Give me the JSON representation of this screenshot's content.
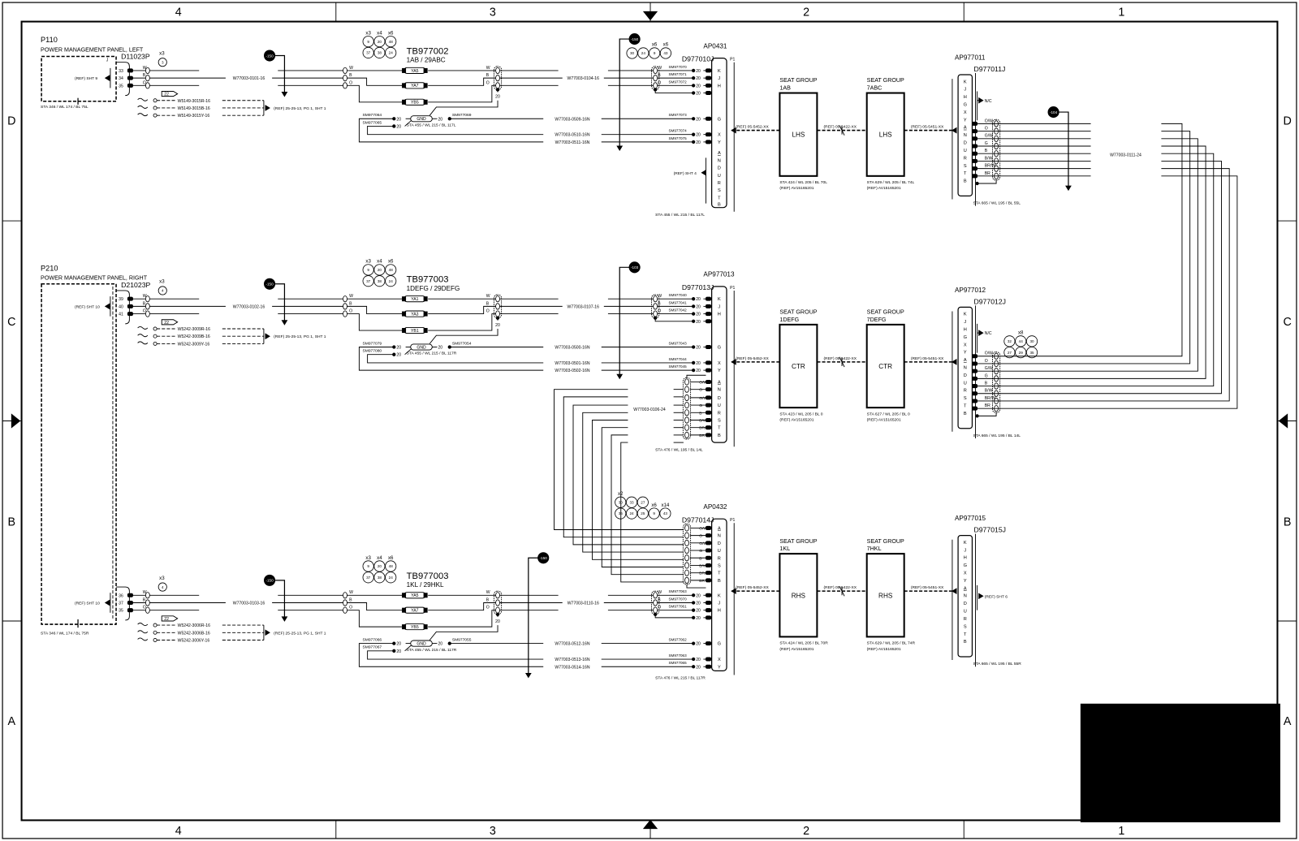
{
  "frame": {
    "zones_columns": [
      "4",
      "3",
      "2",
      "1"
    ],
    "zones_rows": [
      "D",
      "C",
      "B",
      "A"
    ]
  },
  "panels": [
    {
      "id": "P110",
      "name": "POWER MANAGEMENT PANEL, LEFT",
      "j_label": "J",
      "sta": "STA 346 / WL 174 / BL 75L"
    },
    {
      "id": "P210",
      "name": "POWER MANAGEMENT PANEL, RIGHT",
      "sta": "STA 346 / WL 174 / BL 75R"
    }
  ],
  "rows": [
    {
      "connector": "D11023P",
      "pins": [
        "33",
        "34",
        "35"
      ],
      "ref_sht": "(REF) SHT 9",
      "qty": "x3",
      "qty_circle": "3",
      "colors": [
        "W",
        "B",
        "O"
      ],
      "wire": "W77003-0101-16",
      "ref_circle_1": "-150",
      "splice_flag": "22",
      "ext_wires": [
        "W5149-3015R-16",
        "W5149-3015B-16",
        "W5149-3015Y-16"
      ],
      "ext_ref": "(REF) 25-25-13, PG 1, SHT 1",
      "bubbles": {
        "rows": [
          [
            "9",
            "20",
            "48"
          ],
          [
            "37",
            "38",
            "24"
          ]
        ],
        "labels": [
          "x3",
          "x4",
          "x6"
        ]
      },
      "tb": "TB977002",
      "tb_seats": "1AB / 29ABC",
      "splices": [
        "YA5",
        "YA7",
        "YB5"
      ],
      "gauge": "20",
      "gnd": "GND",
      "gnd_in": [
        "SM977064",
        "SM977065"
      ],
      "gnd_out": "SM977069",
      "gnd_sta": "STA 455 / WL 215 / BL 117L",
      "wire2": "W77003-0104-16",
      "ref_circle_2": "-150",
      "bubbles2": {
        "rows": [
          [
            "30",
            "24",
            "9",
            "43"
          ]
        ],
        "labels": [
          null,
          null,
          "x6",
          "x6"
        ]
      },
      "ap": "AP0431",
      "dconn": "D977010J",
      "p1": "P1",
      "sm_pins": [
        "SM977070",
        "SM977071",
        "SM977072"
      ],
      "neutral_wires": [
        {
          "id": "W77003-0509-16N",
          "sm": "SM977073"
        },
        {
          "id": "W77003-0510-16N",
          "sm": "SM977074"
        },
        {
          "id": "W77003-0511-16N",
          "sm": "SM977075"
        }
      ],
      "ap_letters": [
        "K",
        "J",
        "H",
        "G",
        "X",
        "Y",
        "A",
        "N",
        "D",
        "U",
        "R",
        "S",
        "T",
        "B"
      ],
      "ap_ref": "(REF) SHT 4",
      "ap_sta": "STA 455 / WL 215 / BL 117L",
      "ref1": "(REF) 05-5452-XX",
      "seat1": {
        "title": "SEAT GROUP",
        "id": "1AB",
        "label": "LHS",
        "sta": "STA 424 / WL 205 / BL 70L",
        "ref": "(REF) AV15165201"
      },
      "ref2": "(REF) 05-5422-XX",
      "seat2": {
        "title": "SEAT GROUP",
        "id": "7ABC",
        "label": "LHS",
        "sta": "STA 629 / WL 205 / BL 74L",
        "ref": "(REF) AV15165201"
      },
      "ref3": "(REF) 05-5451-XX",
      "ap2": "AP977011",
      "dconn2": "D977011J",
      "nc": "N/C",
      "ap2_letters": [
        "K",
        "J",
        "H",
        "G",
        "X",
        "Y",
        "A",
        "N",
        "D",
        "U",
        "R",
        "S",
        "T",
        "B"
      ],
      "cable_colors": [
        "O/W",
        "O",
        "G/W",
        "G",
        "B",
        "B/W",
        "BR/W",
        "BR"
      ],
      "ap2_sta": "STA 665 / WL 195 / BL 55L"
    },
    {
      "connector": "D21023P",
      "pins": [
        "39",
        "40",
        "41"
      ],
      "ref_sht": "(REF) SHT 10",
      "qty": "x3",
      "qty_circle": "4",
      "colors": [
        "W",
        "B",
        "O"
      ],
      "wire": "W77003-0102-16",
      "ref_circle_1": "-150",
      "splice_flag": "22",
      "ext_wires": [
        "W5242-3009R-16",
        "W5242-3009B-16",
        "W5242-3009Y-16"
      ],
      "ext_ref": "(REF) 25-25-13, PG 1, SHT 1",
      "bubbles": {
        "rows": [
          [
            "9",
            "20",
            "48"
          ],
          [
            "37",
            "38",
            "24"
          ]
        ],
        "labels": [
          "x3",
          "x4",
          "x6"
        ]
      },
      "tb": "TB977003",
      "tb_seats": "1DEFG / 29DEFG",
      "splices": [
        "YA1",
        "YA3",
        "YB1"
      ],
      "gauge": "20",
      "gnd": "GND",
      "gnd_in": [
        "SM977079",
        "SM977080"
      ],
      "gnd_out": "SM977054",
      "gnd_sta": "STA 455 / WL 215 / BL 117R",
      "wire2": "W77003-0107-16",
      "ref_circle_2": "-103",
      "ap": "AP977013",
      "dconn": "D977013J",
      "p1": "P1",
      "sm_pins": [
        "SM977040",
        "SM977041",
        "SM977042"
      ],
      "neutral_wires": [
        {
          "id": "W77003-0500-16N",
          "sm": "SM977043"
        },
        {
          "id": "W77003-0501-16N",
          "sm": "SM977044"
        },
        {
          "id": "W77003-0502-16N",
          "sm": "SM977045"
        }
      ],
      "ap_letters": [
        "K",
        "J",
        "H",
        "G",
        "X",
        "Y",
        "A",
        "N",
        "D",
        "U",
        "R",
        "S",
        "T",
        "B"
      ],
      "ap_sta": "STA 476 / WL 195 / BL 14L",
      "cable_colors": [
        "O/W",
        "O",
        "G/W",
        "G",
        "B",
        "B/W",
        "BR/W",
        "BR"
      ],
      "cable_out": "W77003-0106-24",
      "ref1": "(REF) 05-5452-XX",
      "seat1": {
        "title": "SEAT GROUP",
        "id": "1DEFG",
        "label": "CTR",
        "sta": "STA 423 / WL 205 / BL 0",
        "ref": "(REF) AV15165201"
      },
      "ref2": "(REF) 05-5422-XX",
      "seat2": {
        "title": "SEAT GROUP",
        "id": "7DEFG",
        "label": "CTR",
        "sta": "STA 627 / WL 205 / BL 0",
        "ref": "(REF) AV15165201"
      },
      "ref3": "(REF) 05-5451-XX",
      "ap2": "AP977012",
      "dconn2": "D977012J",
      "nc": "N/C",
      "ap2_letters": [
        "K",
        "J",
        "H",
        "G",
        "X",
        "Y",
        "A",
        "N",
        "D",
        "U",
        "R",
        "S",
        "T",
        "B"
      ],
      "ap2_sta": "STA 665 / WL 195 / BL 14L",
      "bubbles3": {
        "rows": [
          [
            "32",
            "44",
            "30"
          ],
          [
            "27",
            "29",
            "35"
          ]
        ],
        "labels": [
          null,
          "x8",
          null
        ]
      }
    },
    {
      "pins": [
        "36",
        "37",
        "35"
      ],
      "ref_sht": "(REF) SHT 10",
      "qty": "x3",
      "qty_circle": "4",
      "colors": [
        "W",
        "B",
        "O"
      ],
      "wire": "W77003-0103-16",
      "ref_circle_1": "-150",
      "splice_flag": "22",
      "ext_wires": [
        "W5242-3006R-16",
        "W5242-3006B-16",
        "W5242-3006Y-16"
      ],
      "ext_ref": "(REF) 25-25-13, PG 1, SHT 1",
      "bubbles": {
        "rows": [
          [
            "9",
            "20",
            "48"
          ],
          [
            "37",
            "38",
            "24"
          ]
        ],
        "labels": [
          "x3",
          "x4",
          "x6"
        ]
      },
      "tb": "TB977003",
      "tb_seats": "1KL / 29HKL",
      "splices": [
        "YA5",
        "YA7",
        "YB5"
      ],
      "gauge": "20",
      "gnd": "GND",
      "gnd_in": [
        "SM977066",
        "SM977067"
      ],
      "gnd_out": "SM977055",
      "gnd_sta": "STA 455 / WL 215 / BL 117R",
      "wire2": "W77003-0110-16",
      "ref_circle_2": "-150",
      "bubbles2": {
        "rows": [
          [
            "30",
            "33",
            "27"
          ],
          [
            "36",
            "24",
            "25",
            "9",
            "43"
          ]
        ],
        "labels": [
          "x2",
          null,
          null,
          "x6",
          "x14"
        ]
      },
      "ap": "AP0432",
      "dconn": "D977014J",
      "p1": "P1",
      "sm_pins": [
        "SM977063",
        "SM977070",
        "SM977061"
      ],
      "neutral_wires": [
        {
          "id": "W77003-0512-16N",
          "sm": "SM977062"
        },
        {
          "id": "W77003-0513-16N",
          "sm": "SM977063"
        },
        {
          "id": "W77003-0514-16N",
          "sm": "SM977065"
        }
      ],
      "ap_letters": [
        "A",
        "N",
        "D",
        "U",
        "R",
        "S",
        "T",
        "B",
        "K",
        "J",
        "H",
        "G",
        "X",
        "Y"
      ],
      "ap_sta": "STA 476 / WL 215 / BL 117R",
      "cable_colors": [
        "O/W",
        "O",
        "G/W",
        "G",
        "B",
        "B/W",
        "BR/W",
        "BR"
      ],
      "ref1": "(REF) 05-5452-XX",
      "seat1": {
        "title": "SEAT GROUP",
        "id": "1KL",
        "label": "RHS",
        "sta": "STA 424 / WL 205 / BL 70R",
        "ref": "(REF) AV15165201"
      },
      "ref2": "(REF) 05-5422-XX",
      "seat2": {
        "title": "SEAT GROUP",
        "id": "7HKL",
        "label": "RHS",
        "sta": "STA 629 / WL 205 / BL 74R",
        "ref": "(REF) AV15165201"
      },
      "ref3": "(REF) 05-5451-XX",
      "ap2": "AP977015",
      "dconn2": "D977015J",
      "ap2_ref": "(REF) SHT 6",
      "ap2_letters": [
        "K",
        "J",
        "H",
        "G",
        "X",
        "Y",
        "A",
        "N",
        "D",
        "U",
        "R",
        "S",
        "T",
        "B"
      ],
      "ap2_sta": "STA 665 / WL 195 / BL 55R"
    }
  ],
  "cable_top": {
    "id": "W77003-0111-24",
    "ref_circle": "-104"
  },
  "colors": {
    "line": "#000000",
    "background": "#ffffff",
    "title_block": "#000000"
  }
}
